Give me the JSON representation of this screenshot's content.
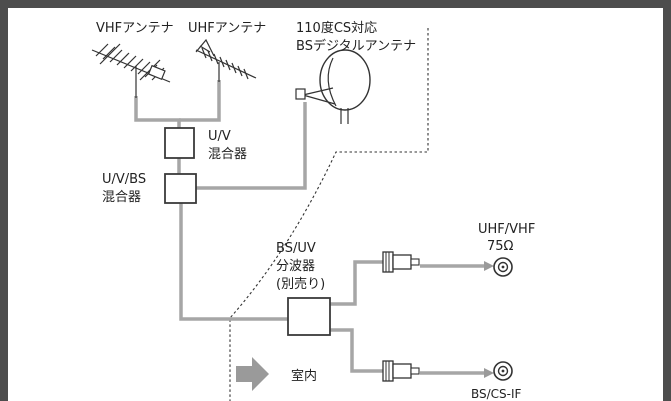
{
  "labels": {
    "vhf_antenna": "VHFアンテナ",
    "uhf_antenna": "UHFアンテナ",
    "bs_antenna_line1": "110度CS対応",
    "bs_antenna_line2": "BSデジタルアンテナ",
    "uv_mixer_line1": "U/V",
    "uv_mixer_line2": "混合器",
    "uvbs_mixer_line1": "U/V/BS",
    "uvbs_mixer_line2": "混合器",
    "splitter_line1": "BS/UV",
    "splitter_line2": "分波器",
    "splitter_line3": "(別売り)",
    "uhf_vhf_line1": "UHF/VHF",
    "uhf_vhf_line2": "75Ω",
    "bs_cs_if": "BS/CS-IF",
    "indoor": "室内"
  },
  "colors": {
    "frame": "#4d4d4d",
    "wire": "#a6a6a6",
    "ink": "#333333",
    "arrow": "#9a9a9a"
  }
}
